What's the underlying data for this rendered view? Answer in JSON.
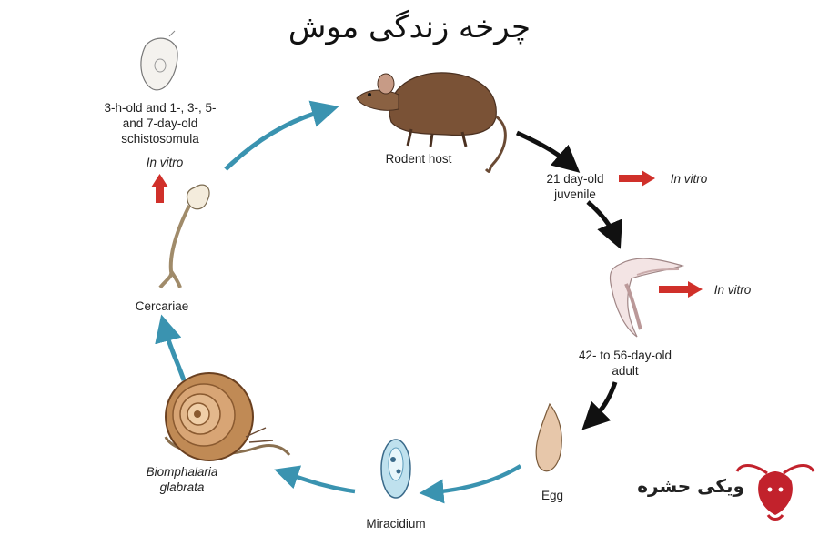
{
  "title": "چرخه زندگی موش",
  "nodes": {
    "rodent_host": "Rodent host",
    "juvenile": "21 day-old\njuvenile",
    "adult": "42- to 56-day-old\nadult",
    "egg": "Egg",
    "miracidium": "Miracidium",
    "snail": "Biomphalaria\nglabrata",
    "cercariae": "Cercariae",
    "schistosomula": "3-h-old and 1-, 3-, 5-\nand 7-day-old\nschistosomula"
  },
  "in_vitro_labels": [
    "In vitro",
    "In vitro",
    "In vitro"
  ],
  "brand": {
    "text": "ویکی حشره",
    "logo": "ant-head-logo"
  },
  "colors": {
    "teal_arrow": "#3a93b0",
    "black_arrow": "#111111",
    "red_arrow": "#d0302a",
    "logo_red": "#c2222c"
  }
}
